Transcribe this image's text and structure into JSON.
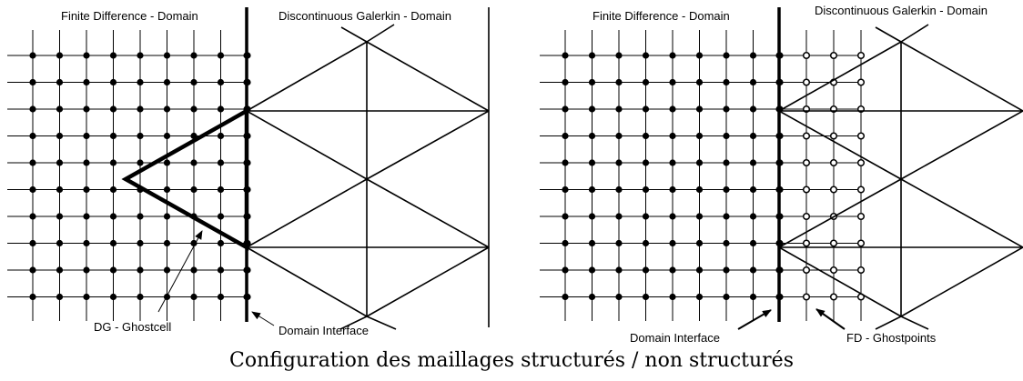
{
  "left_panel": {
    "fd_domain_label": "Finite Difference - Domain",
    "dg_domain_label": "Discontinuous Galerkin - Domain",
    "ghostcell_label": "DG - Ghostcell",
    "interface_label": "Domain Interface"
  },
  "right_panel": {
    "fd_domain_label": "Finite Difference - Domain",
    "dg_domain_label": "Discontinuous Galerkin - Domain",
    "interface_label": "Domain Interface",
    "ghostpoints_label": "FD - Ghostpoints"
  },
  "caption": "Configuration des maillages structurés / non structurés",
  "colors": {
    "line": "#000000",
    "background": "#ffffff"
  }
}
